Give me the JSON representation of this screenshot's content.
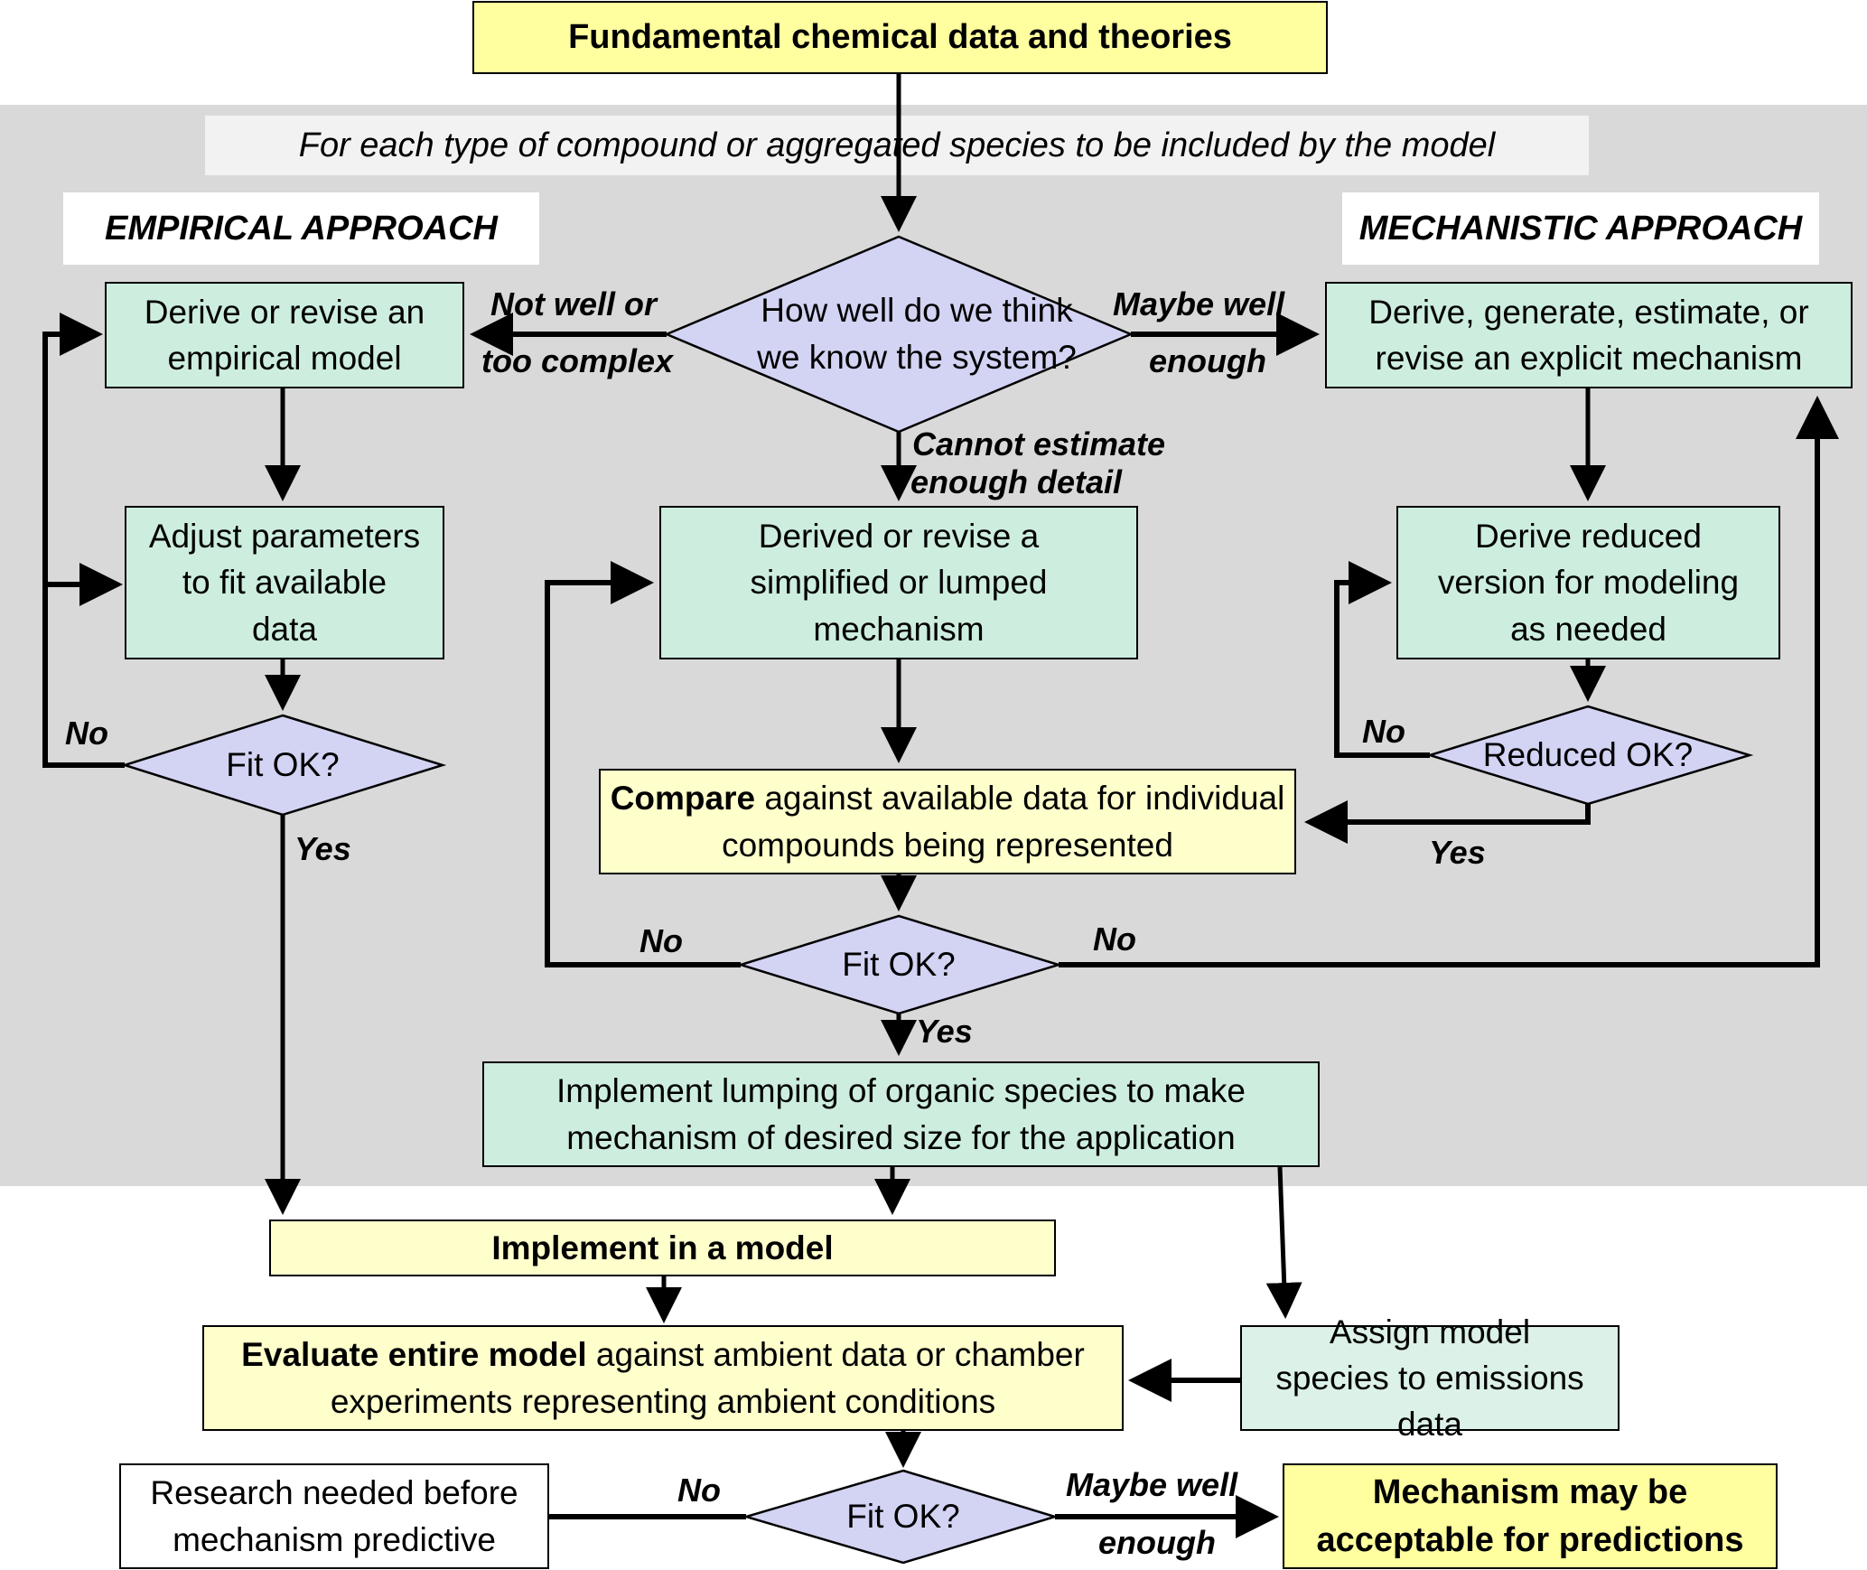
{
  "title": "Fundamental chemical data and theories",
  "scope_banner": "For each type of compound or aggregated species to be included by the model",
  "sections": {
    "empirical": "EMPIRICAL APPROACH",
    "mechanistic": "MECHANISTIC APPROACH"
  },
  "decision_main": "How well do we think we know the system?",
  "edge_labels": {
    "not_well_1": "Not well or",
    "not_well_2": "too complex",
    "maybe_well_1": "Maybe well",
    "maybe_well_2": "enough",
    "cannot_1": "Cannot estimate",
    "cannot_2": "enough detail",
    "emp_no": "No",
    "emp_yes": "Yes",
    "reduced_no": "No",
    "reduced_yes": "Yes",
    "mid_no_left": "No",
    "mid_no_right": "No",
    "mid_yes": "Yes",
    "final_no": "No",
    "final_maybe_1": "Maybe well",
    "final_maybe_2": "enough"
  },
  "nodes": {
    "empirical_model": "Derive or revise an empirical model",
    "adjust_params": "Adjust parameters to fit available data",
    "emp_fit": "Fit OK?",
    "explicit_mech": "Derive, generate, estimate, or revise an explicit mechanism",
    "reduced_version": "Derive reduced version for modeling as needed",
    "reduced_ok": "Reduced OK?",
    "lumped_mech": "Derived or revise a simplified or lumped mechanism",
    "compare_bold": "Compare",
    "compare_rest": " against available data for individual compounds being represented",
    "mid_fit": "Fit OK?",
    "implement_lumping": "Implement lumping of organic species to make mechanism of desired size for the application",
    "implement_model": "Implement in a model",
    "evaluate_bold": "Evaluate entire model",
    "evaluate_rest": " against ambient data or chamber experiments representing ambient conditions",
    "assign_species": "Assign model species to emissions data",
    "final_fit": "Fit OK?",
    "research_needed": "Research needed before mechanism predictive",
    "acceptable": "Mechanism may be acceptable for predictions"
  },
  "colors": {
    "process_green": "#cdeedf",
    "decision_purple": "#d3d3f4",
    "highlight_yellow": "#ffff9f",
    "soft_yellow": "#ffffcc",
    "scope_gray": "#d9d9d9"
  }
}
